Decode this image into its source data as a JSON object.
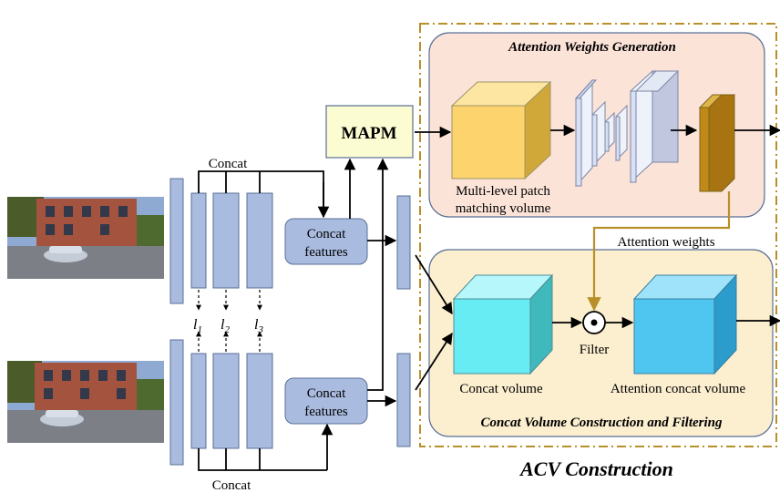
{
  "outer_box": {
    "title": "ACV Construction",
    "border_color": "#b8902a"
  },
  "attention_panel": {
    "title": "Attention Weights Generation",
    "volume_label_line1": "Multi-level patch",
    "volume_label_line2": "matching volume",
    "bg_color": "#fbe3d8"
  },
  "concat_panel": {
    "title": "Concat Volume Construction and Filtering",
    "concat_volume_label": "Concat volume",
    "filter_label": "Filter",
    "filter_symbol": "⊙",
    "attention_concat_label": "Attention concat volume",
    "bg_color": "#fcefcf"
  },
  "mapm": {
    "label": "MAPM",
    "bg_color": "#fcfcd2"
  },
  "attention_weights_label": "Attention weights",
  "concat_top_label": "Concat",
  "concat_bottom_label": "Concat",
  "concat_features_top": {
    "line1": "Concat",
    "line2": "features"
  },
  "concat_features_bottom": {
    "line1": "Concat",
    "line2": "features"
  },
  "level_labels": [
    {
      "base": "l",
      "sub": "1"
    },
    {
      "base": "l",
      "sub": "2"
    },
    {
      "base": "l",
      "sub": "3"
    }
  ],
  "colors": {
    "feature_map": "#a9bbdf",
    "concat_cube": "#66ecf2",
    "attention_cube": "#4fc6f0",
    "patch_cube": "#fdd36d",
    "weight_slab": "#c18a18"
  }
}
